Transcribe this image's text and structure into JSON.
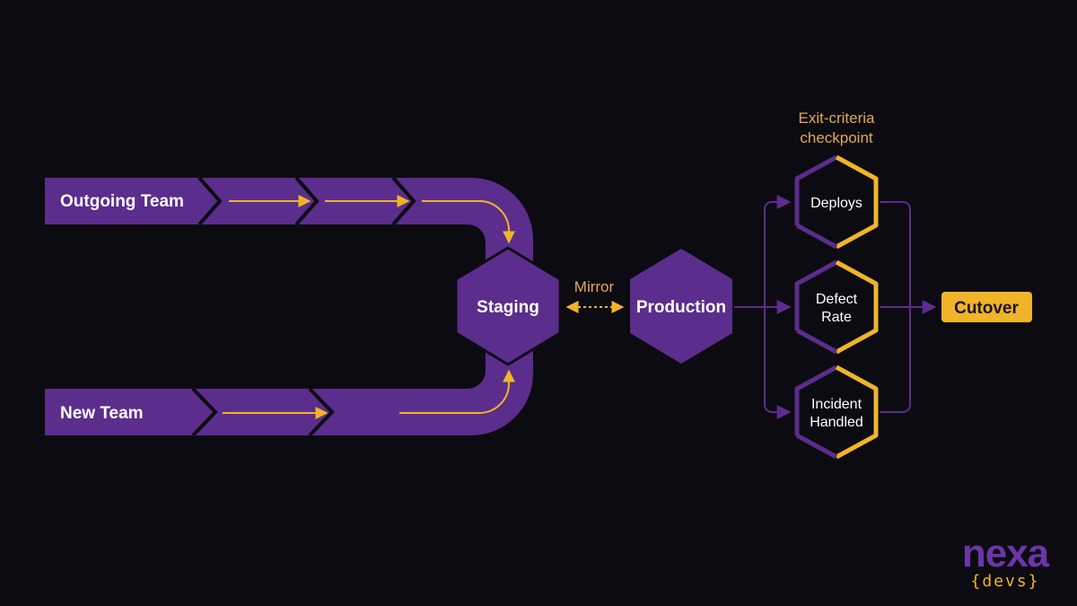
{
  "lanes": {
    "outgoing_label": "Outgoing Team",
    "new_label": "New Team"
  },
  "nodes": {
    "staging": "Staging",
    "production": "Production",
    "mirror_label": "Mirror"
  },
  "checkpoint": {
    "title_line1": "Exit-criteria",
    "title_line2": "checkpoint",
    "criteria": [
      {
        "line1": "Deploys",
        "line2": ""
      },
      {
        "line1": "Defect",
        "line2": "Rate"
      },
      {
        "line1": "Incident",
        "line2": "Handled"
      }
    ]
  },
  "result": {
    "label": "Cutover"
  },
  "logo": {
    "main": "nexa",
    "sub": "{devs}"
  },
  "colors": {
    "background": "#0d0b12",
    "purple": "#5b2d8c",
    "purple_dark": "#3d1d63",
    "accent": "#f0b429",
    "accent_text": "#e0a85a"
  },
  "icons": [
    "arrow-right-icon",
    "arrow-down-icon",
    "arrow-up-icon",
    "double-arrow-icon"
  ]
}
